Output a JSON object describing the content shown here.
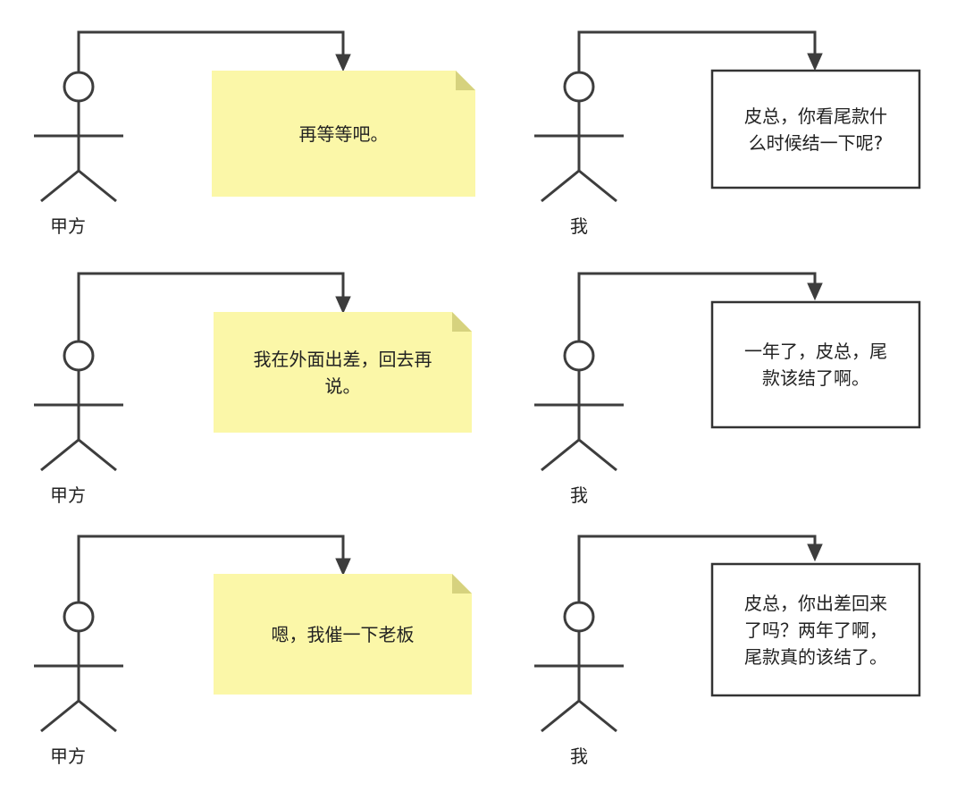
{
  "colors": {
    "line": "#3d3d3d",
    "sticky_note_fill": "#fbf7a8",
    "sticky_note_fold": "#d6d27e",
    "box_fill": "#ffffff",
    "box_border": "#333333",
    "text": "#222222"
  },
  "rows": [
    {
      "client": {
        "actor": "甲方",
        "note_lines": [
          "再等等吧。"
        ]
      },
      "me": {
        "actor": "我",
        "box_lines": [
          "皮总，你看尾款什",
          "么时候结一下呢?"
        ]
      }
    },
    {
      "client": {
        "actor": "甲方",
        "note_lines": [
          "我在外面出差，回去再",
          "说。"
        ]
      },
      "me": {
        "actor": "我",
        "box_lines": [
          "一年了，皮总，尾",
          "款该结了啊。"
        ]
      }
    },
    {
      "client": {
        "actor": "甲方",
        "note_lines": [
          "嗯，我催一下老板"
        ]
      },
      "me": {
        "actor": "我",
        "box_lines": [
          "皮总，你出差回来",
          "了吗？两年了啊，",
          "尾款真的该结了。"
        ]
      }
    }
  ]
}
